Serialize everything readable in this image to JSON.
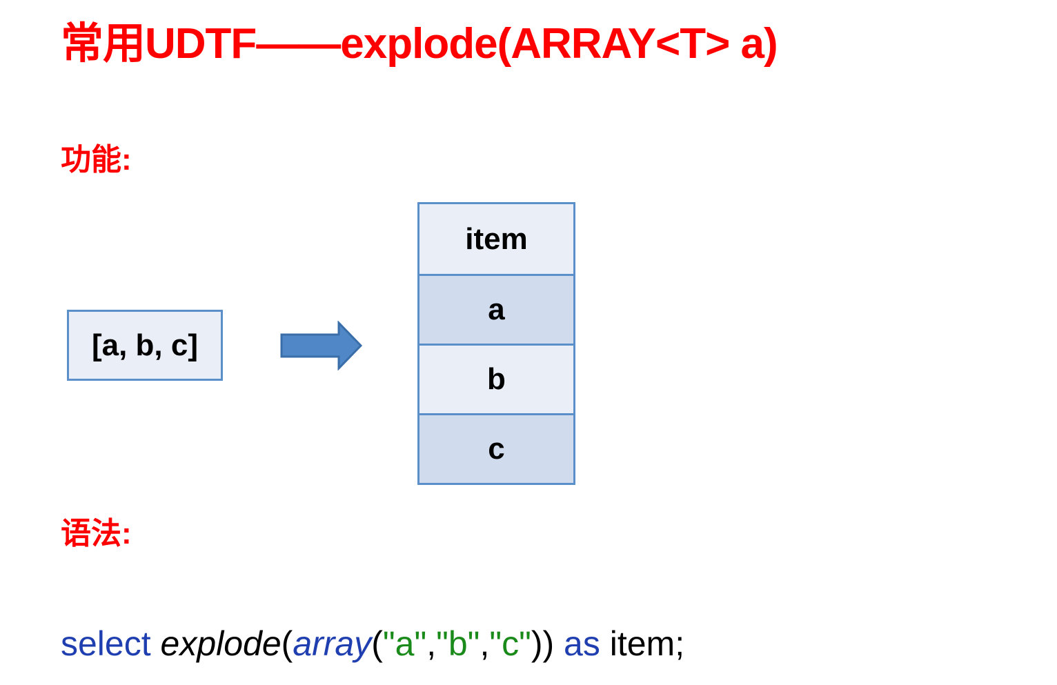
{
  "title": "常用UDTF——explode(ARRAY<T> a)",
  "sections": {
    "function_label": "功能:",
    "syntax_label": "语法:"
  },
  "diagram": {
    "input": "[a, b, c]",
    "arrow_icon": "right-arrow-icon",
    "table": {
      "header": "item",
      "rows": [
        "a",
        "b",
        "c"
      ]
    }
  },
  "code": {
    "select": "select ",
    "explode": "explode",
    "open1": "(",
    "array": "array",
    "open2": "(",
    "str_a": "\"a\"",
    "comma1": ",",
    "str_b": "\"b\"",
    "comma2": ",",
    "str_c": "\"c\"",
    "close": "))",
    "as": " as",
    "tail": " item;"
  },
  "colors": {
    "title": "#ff0000",
    "box_border": "#5b8fc9",
    "box_fill_light": "#e9eef7",
    "box_fill_dark": "#d0dcee",
    "arrow_fill": "#4f87c7",
    "keyword": "#1f3fb0",
    "string": "#1a8a1a"
  }
}
